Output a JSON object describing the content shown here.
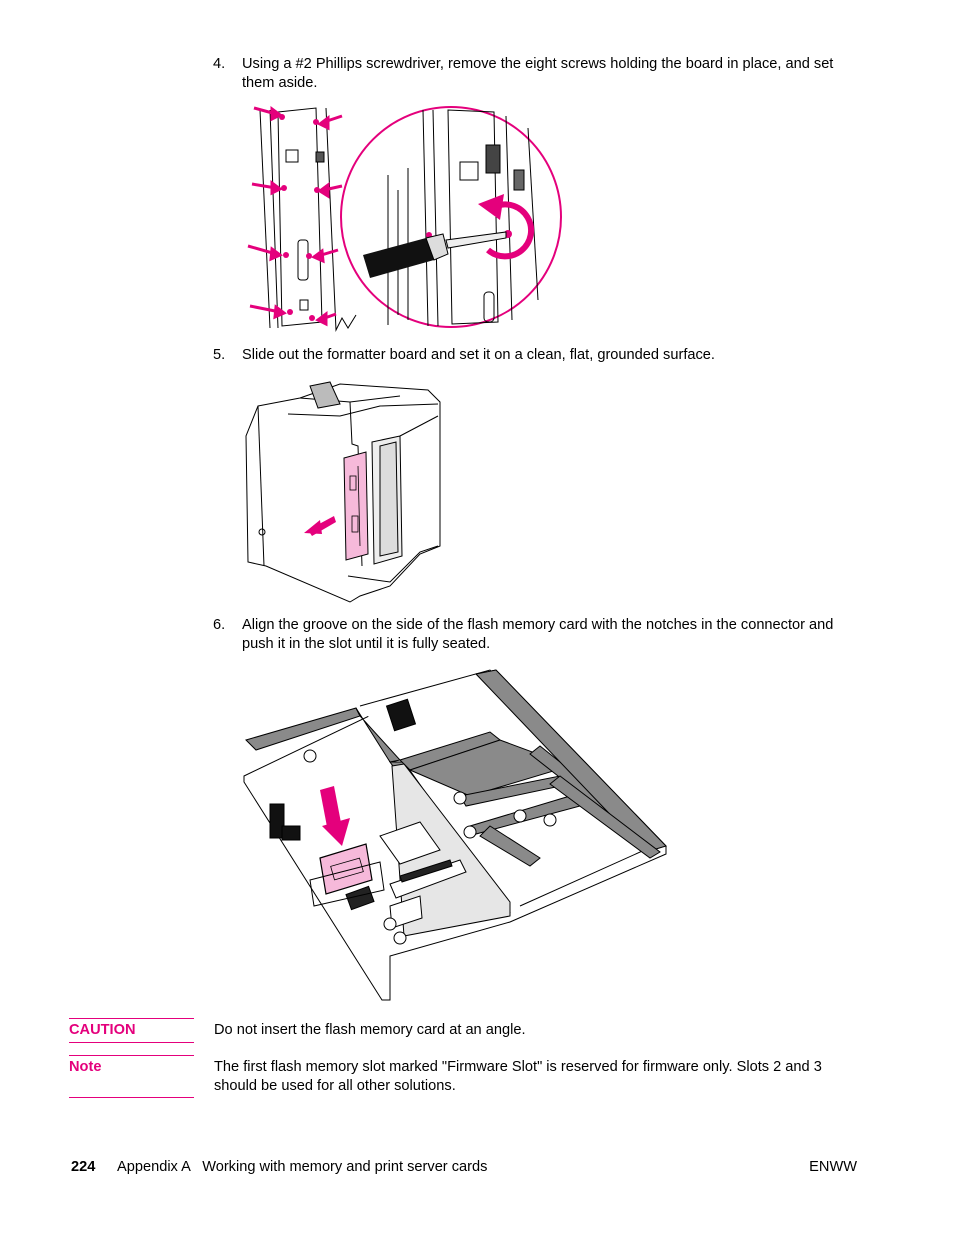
{
  "steps": [
    {
      "number": "4.",
      "text": "Using a #2 Phillips screwdriver, remove the eight screws holding the board in place, and set them aside."
    },
    {
      "number": "5.",
      "text": "Slide out the formatter board and set it on a clean, flat, grounded surface."
    },
    {
      "number": "6.",
      "text": "Align the groove on the side of the flash memory card with the notches in the connector and push it in the slot until it is fully seated."
    }
  ],
  "caution": {
    "label": "CAUTION",
    "text": "Do not insert the flash memory card at an angle."
  },
  "note": {
    "label": "Note",
    "text": "The first flash memory slot marked \"Firmware Slot\" is reserved for firmware only. Slots 2 and 3 should be used for all other solutions."
  },
  "footer": {
    "page_number": "224",
    "section": "Appendix A   Working with memory and print server cards",
    "right": "ENWW"
  },
  "colors": {
    "accent": "#e4007c",
    "line": "#000000",
    "gray": "#808080"
  }
}
